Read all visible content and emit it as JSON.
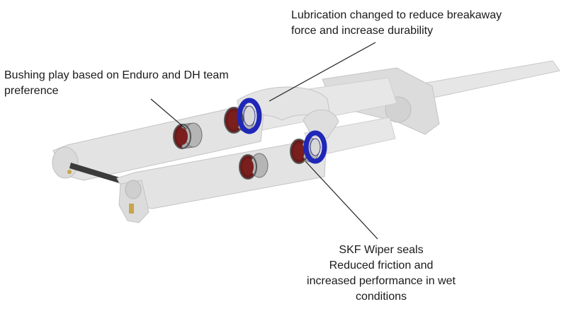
{
  "callouts": {
    "lubrication": {
      "lines": [
        "Lubrication changed to reduce breakaway",
        "force and increase durability"
      ]
    },
    "bushing": {
      "lines": [
        "Bushing play based on Enduro and DH team",
        "preference"
      ]
    },
    "wiper_seals": {
      "lines": [
        "SKF Wiper seals",
        "Reduced friction and",
        "increased performance in wet",
        "conditions"
      ]
    }
  },
  "colors": {
    "fork_body": "#e3e3e3",
    "fork_outline": "#c4c4c4",
    "bushing_metal": "#9a9a9a",
    "bushing_inner": "#7a1e1e",
    "wiper_seal": "#1f27b8",
    "leader_line": "#222222"
  }
}
